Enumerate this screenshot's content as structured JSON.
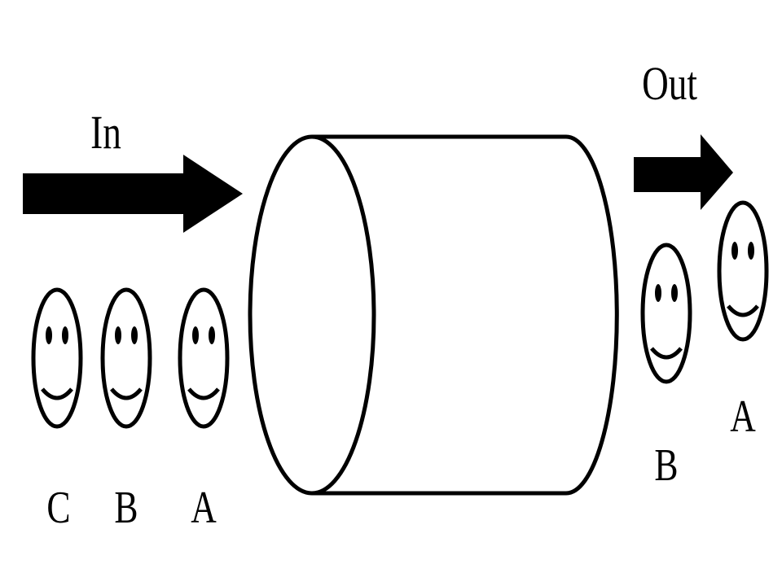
{
  "labels": {
    "in": "In",
    "out": "Out"
  },
  "queue_in": [
    {
      "label": "C"
    },
    {
      "label": "B"
    },
    {
      "label": "A"
    }
  ],
  "queue_out": [
    {
      "label": "B"
    },
    {
      "label": "A"
    }
  ],
  "colors": {
    "stroke": "#000000",
    "background": "#ffffff"
  },
  "icons": {
    "face": "smiley-face-icon",
    "arrow": "right-arrow-icon"
  }
}
